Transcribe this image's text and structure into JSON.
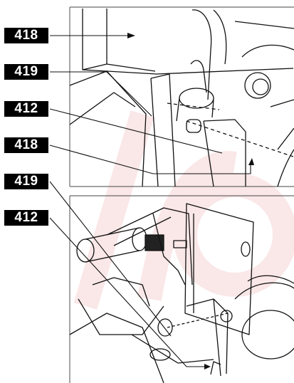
{
  "callouts": [
    {
      "label": "418"
    },
    {
      "label": "419"
    },
    {
      "label": "412"
    },
    {
      "label": "418"
    },
    {
      "label": "419"
    },
    {
      "label": "412"
    }
  ],
  "colors": {
    "line": "#111111",
    "panel_border": "#555555",
    "label_bg": "#000000",
    "label_text": "#ffffff",
    "watermark": "#f4c7c7"
  }
}
